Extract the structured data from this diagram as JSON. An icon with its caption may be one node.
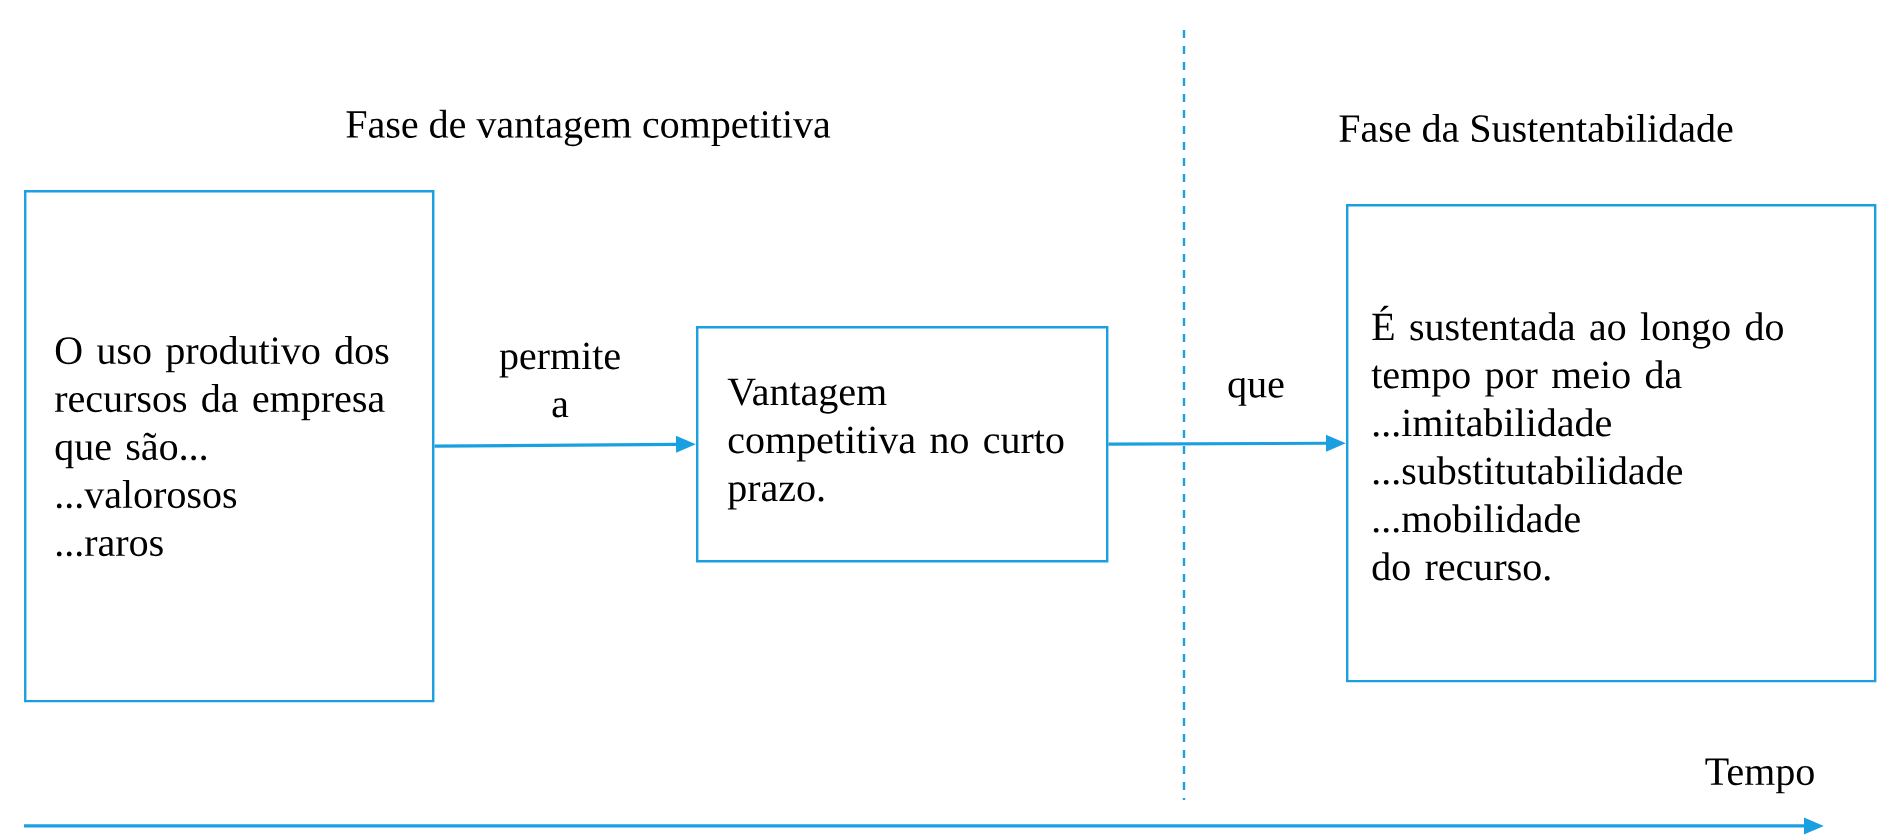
{
  "diagram": {
    "nodes": [
      {
        "text": [
          "O uso produtivo dos recursos da empresa que são...",
          "...valorosos",
          "...raros"
        ]
      },
      {
        "text": [
          "Vantagem competitiva no curto prazo."
        ]
      },
      {
        "text": [
          "É sustentada ao longo do tempo por meio da",
          "...imitabilidade",
          "...substitutabilidade",
          "...mobilidade",
          "do recurso."
        ]
      }
    ],
    "edges": [
      {
        "from": 0,
        "to": 1,
        "arrow": "to",
        "label": "permite a"
      },
      {
        "from": 1,
        "to": 2,
        "arrow": "to",
        "label": "que"
      }
    ],
    "labels": [
      "Fase de vantagem competitiva",
      "Fase da Sustentabilidade",
      "Tempo"
    ]
  }
}
